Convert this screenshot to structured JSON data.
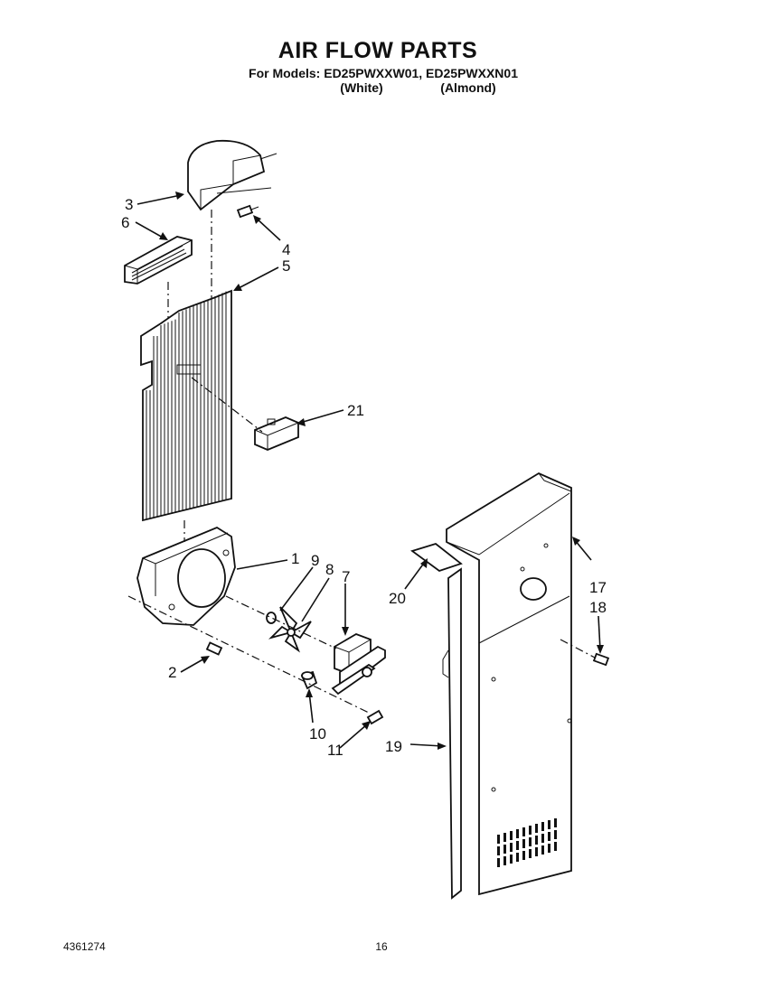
{
  "header": {
    "title": "AIR FLOW PARTS",
    "models_line": "For Models: ED25PWXXW01, ED25PWXXN01",
    "color_white": "(White)",
    "color_almond": "(Almond)"
  },
  "callouts": {
    "c1": "1",
    "c2": "2",
    "c3": "3",
    "c4": "4",
    "c5": "5",
    "c6": "6",
    "c7": "7",
    "c8": "8",
    "c9": "9",
    "c10": "10",
    "c11": "11",
    "c17": "17",
    "c18": "18",
    "c19": "19",
    "c20": "20",
    "c21": "21"
  },
  "footer": {
    "doc_number": "4361274",
    "page_number": "16"
  }
}
